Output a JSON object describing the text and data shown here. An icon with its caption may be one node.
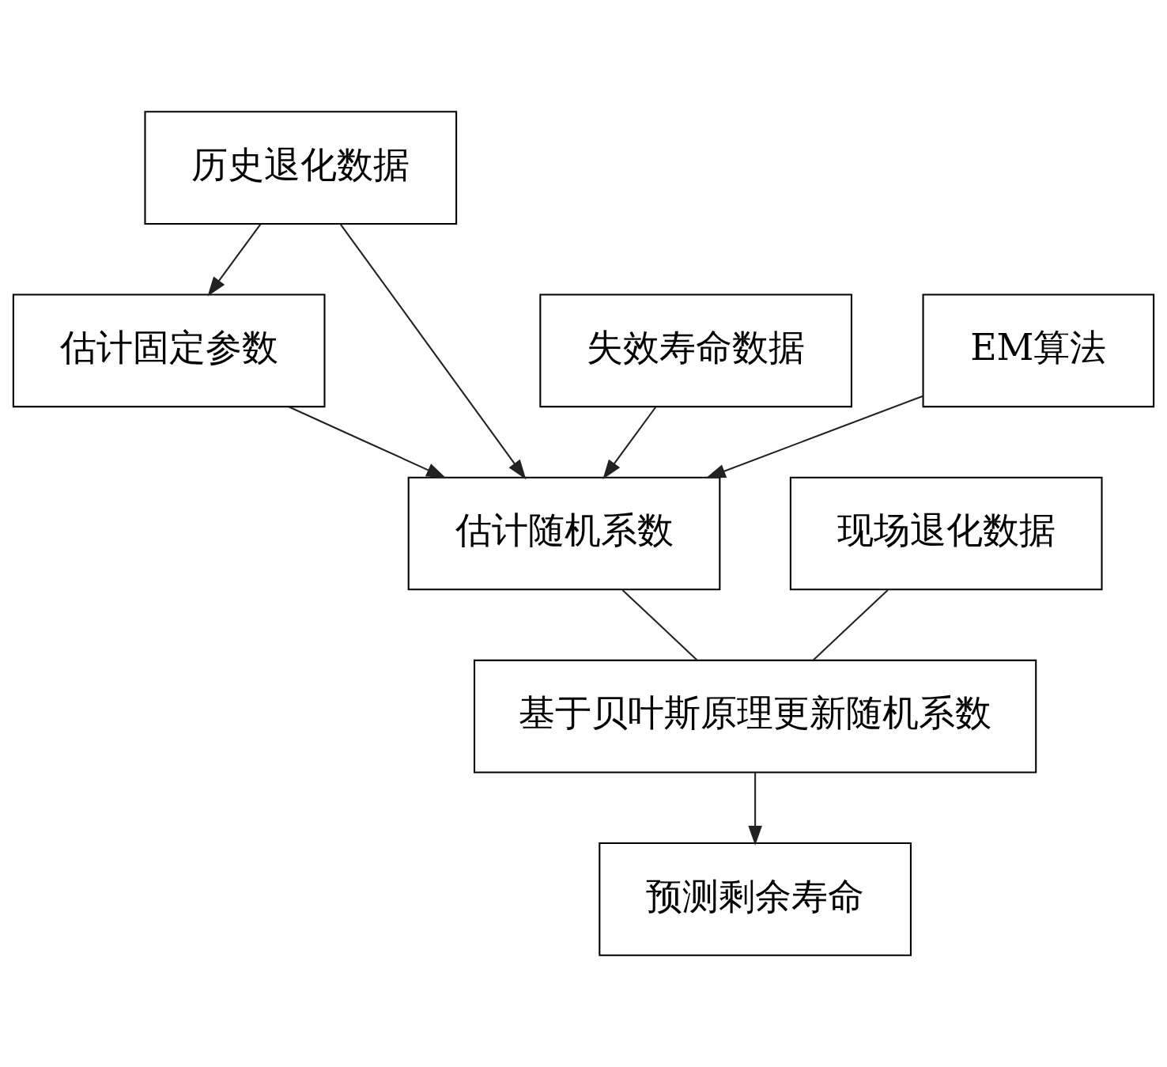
{
  "diagram": {
    "nodes": [
      {
        "text": [
          "历史退化数据"
        ]
      },
      {
        "text": [
          "估计固定参数"
        ]
      },
      {
        "text": [
          "失效寿命数据"
        ]
      },
      {
        "text": [
          "EM算法"
        ]
      },
      {
        "text": [
          "估计随机系数"
        ]
      },
      {
        "text": [
          "现场退化数据"
        ]
      },
      {
        "text": [
          "基于贝叶斯原理更新随机系数"
        ]
      },
      {
        "text": [
          "预测剩余寿命"
        ]
      }
    ],
    "edges": [
      {
        "from": 0,
        "to": 1,
        "arrow": "to"
      },
      {
        "from": 0,
        "to": 4,
        "arrow": "to"
      },
      {
        "from": 1,
        "to": 4,
        "arrow": "to"
      },
      {
        "from": 2,
        "to": 4,
        "arrow": "to"
      },
      {
        "from": 3,
        "to": 4,
        "arrow": "to"
      },
      {
        "from": 4,
        "to": 6,
        "arrow": "none"
      },
      {
        "from": 5,
        "to": 6,
        "arrow": "none"
      },
      {
        "from": 6,
        "to": 7,
        "arrow": "to"
      }
    ]
  }
}
